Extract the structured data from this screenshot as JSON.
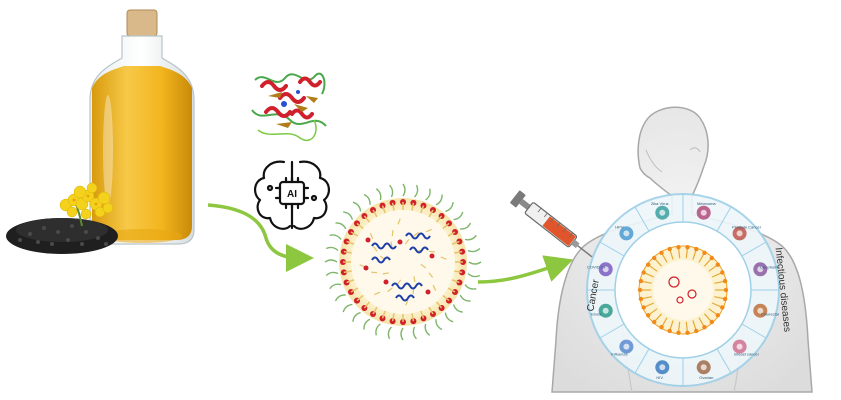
{
  "ai_chip": {
    "label": "AI"
  },
  "body_wheel": {
    "left_label": "Cancer",
    "right_label": "Infectious diseases",
    "segments": [
      "Melanoma",
      "Prostate Cancer",
      "Lymphoma",
      "Colorectal",
      "Breast cancer",
      "Ovarian",
      "HIV",
      "Influenza",
      "Ebola",
      "COVID-19",
      "HPV",
      "Zika Virus"
    ]
  },
  "colors": {
    "oil": "#f2b51d",
    "arrow": "#8dc63f",
    "lipid_head": "#d0202b",
    "mrna": "#1f3fa8",
    "peg": "#7fb56a",
    "flower": "#f4d21c",
    "seeds": "#2a2a2a",
    "wheel_ring": "#9fd0e8",
    "syringe_liquid": "#e0552b"
  },
  "icons": [
    "oil-bottle",
    "mustard-seeds",
    "mustard-flower",
    "protein-structure",
    "ai-brain-icon",
    "lipid-nanoparticle",
    "syringe",
    "human-torso"
  ]
}
